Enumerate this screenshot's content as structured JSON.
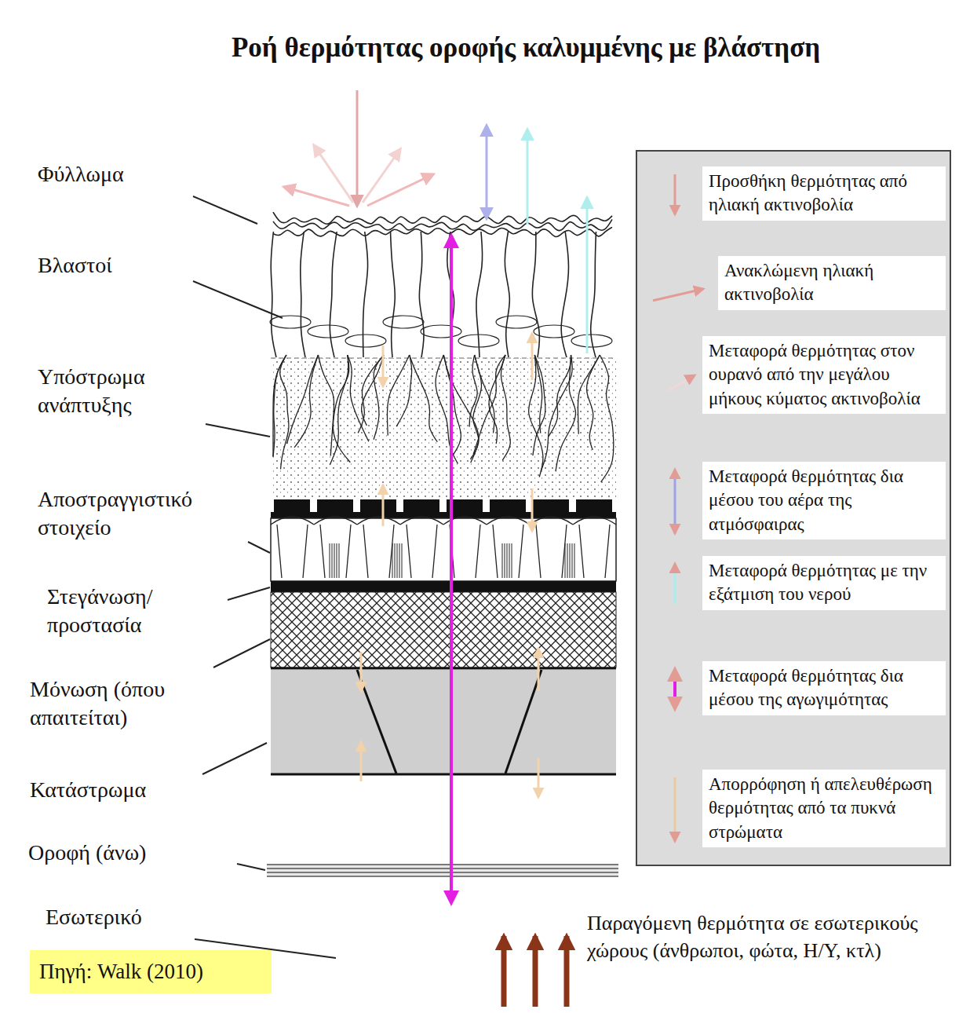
{
  "diagram": {
    "title": "Ροή θερμότητας οροφής καλυμμένης με βλάστηση",
    "nodes": [
      {
        "text": [
          "Πηγή: Walk (2010)"
        ]
      }
    ],
    "labels": [
      "Φύλλωμα",
      "Βλαστοί",
      "Υπόστρωμα ανάπτυξης",
      "Αποστραγγιστικό στοιχείο",
      "Στεγάνωση/ προστασία",
      "Μόνωση (όπου απαιτείται)",
      "Κατάστρωμα",
      "Οροφή (άνω)",
      "Εσωτερικό",
      "Παραγόμενη θερμότητα σε εσωτερικούς χώρους (άνθρωποι, φώτα, Η/Υ, κτλ)"
    ],
    "legend": [
      {
        "text": "Προσθήκη θερμότητας από ηλιακή ακτινοβολία"
      },
      {
        "text": "Ανακλώμενη ηλιακή ακτινοβολία"
      },
      {
        "text": "Μεταφορά θερμότητας στον ουρανό από την μεγάλου μήκους κύματος ακτινοβολία"
      },
      {
        "text": "Μεταφορά θερμότητας δια μέσου του αέρα της ατμόσφαιρας"
      },
      {
        "text": "Μεταφορά θερμότητας με την εξάτμιση του νερού"
      },
      {
        "text": "Μεταφορά θερμότητας δια μέσου της αγωγιμότητας"
      },
      {
        "text": "Απορρόφηση ή απελευθέρωση θερμότητας από τα πυκνά στρώματα"
      }
    ]
  }
}
